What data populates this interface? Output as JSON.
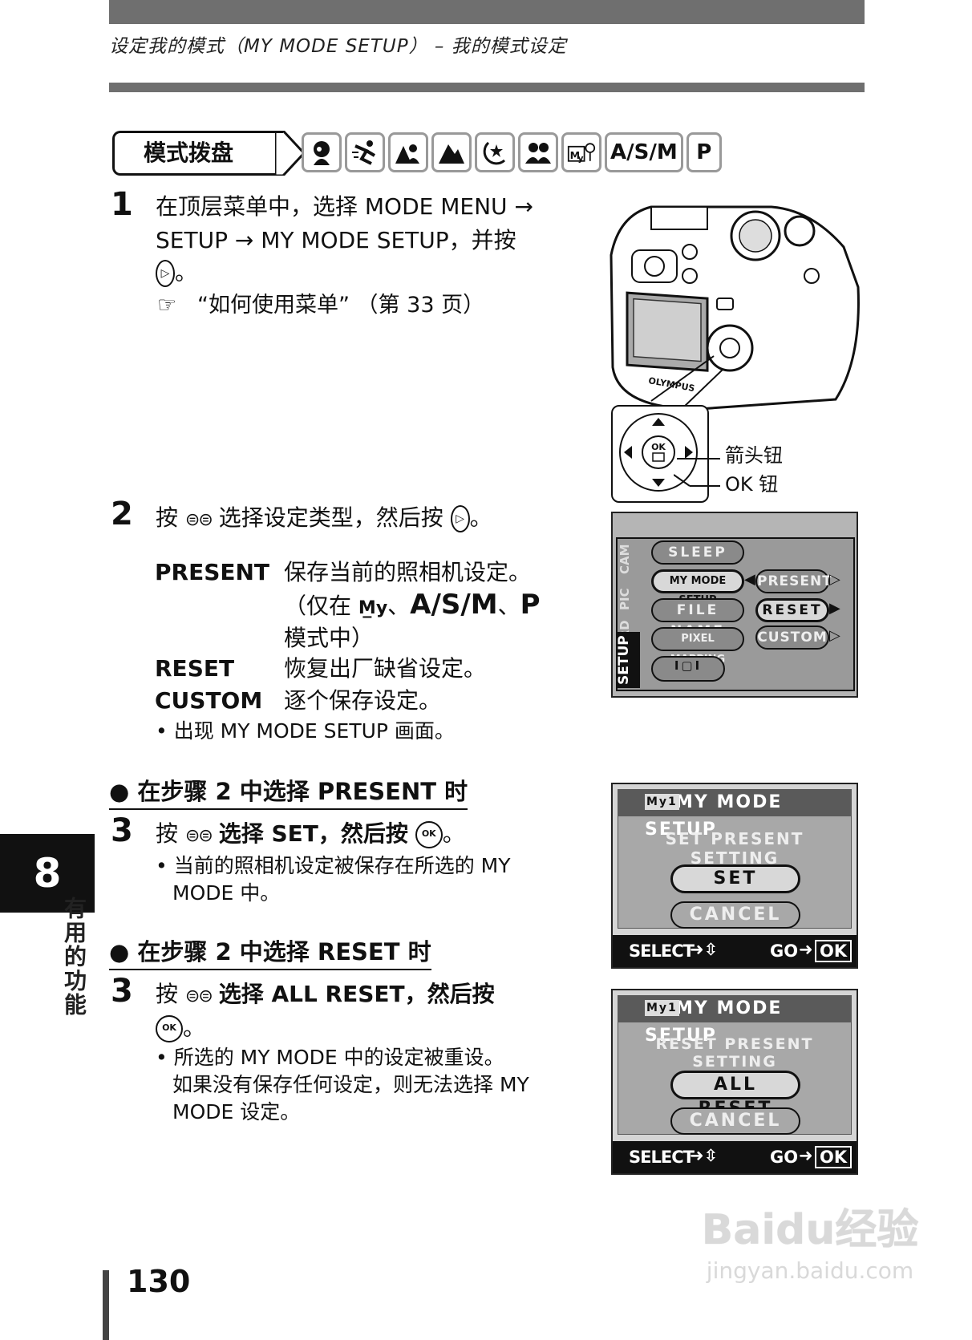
{
  "header": {
    "title": "设定我的模式（MY MODE SETUP） – 我的模式设定"
  },
  "mode_dial": {
    "label": "模式拨盘",
    "icons": [
      "portrait-icon",
      "sports-icon",
      "landscape-portrait-icon",
      "landscape-icon",
      "night-scene-icon",
      "self-portrait-icon",
      "my-mode-icon"
    ],
    "text_modes": [
      "A/S/M",
      "P"
    ]
  },
  "step1": {
    "num": "1",
    "line1": "在顶层菜单中，选择 MODE MENU →",
    "line2": "SETUP → MY MODE SETUP，并按",
    "line3": "。",
    "ref": "“如何使用菜单” （第 33 页）"
  },
  "camera": {
    "brand": "OLYMPUS",
    "arrow_label": "箭头钮",
    "ok_label": "OK 钮",
    "ok_text": "OK"
  },
  "step2": {
    "num": "2",
    "text_a": "按",
    "text_b": "选择设定类型，然后按",
    "text_c": "。",
    "present_key": "PRESENT",
    "present_desc": "保存当前的照相机设定。",
    "present_note_a": "（仅在",
    "present_note_b": "、",
    "present_note_asm": "A/S/M",
    "present_note_c": "、",
    "present_note_p": "P",
    "present_note_d": "模式中）",
    "reset_key": "RESET",
    "reset_desc": "恢复出厂缺省设定。",
    "custom_key": "CUSTOM",
    "custom_desc": "逐个保存设定。",
    "bullet": "• 出现 MY MODE SETUP 画面。"
  },
  "menu_screen": {
    "tabs": [
      "CAM",
      "PIC",
      "CARD",
      "SETUP"
    ],
    "left_items": [
      "SLEEP",
      "MY MODE SETUP",
      "FILE NAME",
      "PIXEL MAPPING"
    ],
    "right_items": [
      "PRESENT",
      "RESET",
      "CUSTOM"
    ]
  },
  "section_present": {
    "heading": "在步骤 2 中选择 PRESENT 时",
    "step_num": "3",
    "text_a": "按",
    "text_b": "选择 SET，然后按",
    "text_c": "。",
    "bullet_line1": "• 当前的照相机设定被保存在所选的 MY",
    "bullet_line2": "MODE 中。"
  },
  "screen_set": {
    "title": "MY MODE SETUP",
    "subtitle": "SET PRESENT SETTING",
    "btn1": "SET",
    "btn2": "CANCEL",
    "select": "SELECT",
    "go": "GO",
    "ok": "OK"
  },
  "section_reset": {
    "heading": "在步骤 2 中选择 RESET 时",
    "step_num": "3",
    "text_a": "按",
    "text_b": "选择 ALL RESET，然后按",
    "text_c": "。",
    "bullet_line1": "• 所选的 MY MODE 中的设定被重设。",
    "bullet_line2": "如果没有保存任何设定，则无法选择 MY",
    "bullet_line3": "MODE 设定。"
  },
  "screen_reset": {
    "title": "MY MODE SETUP",
    "subtitle": "RESET PRESENT SETTING",
    "btn1": "ALL RESET",
    "btn2": "CANCEL",
    "select": "SELECT",
    "go": "GO",
    "ok": "OK"
  },
  "chapter": {
    "number": "8",
    "title": "有用的功能"
  },
  "page_number": "130",
  "watermark": {
    "line1": "Baidu经验",
    "line2": "jingyan.baidu.com"
  }
}
